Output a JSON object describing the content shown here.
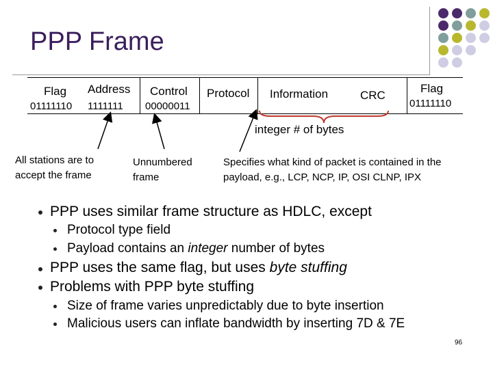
{
  "title": "PPP Frame",
  "frame": {
    "flag_start_label": "Flag",
    "flag_start_bits": "01111110",
    "address_label": "Address",
    "address_bits": "1111111",
    "control_label": "Control",
    "control_bits": "00000011",
    "protocol_label": "Protocol",
    "information_label": "Information",
    "crc_label": "CRC",
    "flag_end_label": "Flag",
    "flag_end_bits": "01111110"
  },
  "information_note": "integer # of bytes",
  "notes": {
    "address_line1": "All stations are to",
    "address_line2": "accept the frame",
    "control_line1": "Unnumbered",
    "control_line2": "frame",
    "protocol_line1": "Specifies what kind of packet is contained in the",
    "protocol_line2": "payload, e.g.,  LCP, NCP, IP, OSI CLNP, IPX"
  },
  "bullets": [
    {
      "text": "PPP uses similar frame structure as HDLC, except",
      "sub": [
        {
          "text": "Protocol type field"
        },
        {
          "pre": "Payload contains an ",
          "em": "integer",
          "post": " number of bytes"
        }
      ]
    },
    {
      "pre": "PPP uses the same flag, but uses ",
      "em": "byte stuffing"
    },
    {
      "text": "Problems with PPP byte stuffing",
      "sub": [
        {
          "text": "Size of frame varies unpredictably due to byte insertion"
        },
        {
          "text": "Malicious users can inflate bandwidth by inserting 7D & 7E"
        }
      ]
    }
  ],
  "page_number": "96",
  "colors": {
    "purple": "#4b2a6b",
    "teal": "#7f9e9c",
    "olive": "#b8b82e",
    "lavender": "#cfcde3",
    "brace": "#c0392b"
  }
}
